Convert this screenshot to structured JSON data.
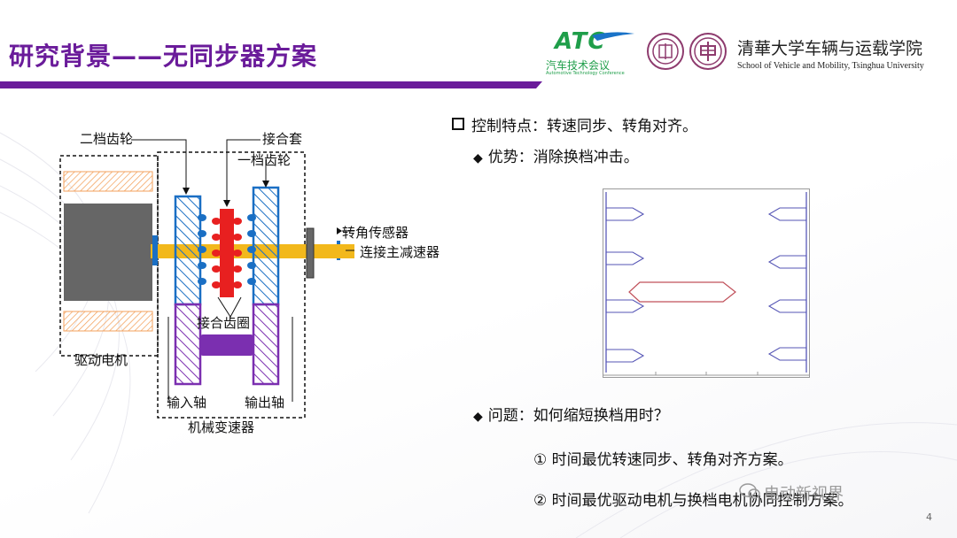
{
  "header": {
    "title": "研究背景——无同步器方案",
    "accent_color": "#6a1b9a",
    "atc_logo": {
      "word": "ATC",
      "subtitle": "汽车技术会议",
      "subtitle_en": "Automotive Technology Conference"
    },
    "school_cn": "清華大学车辆与运载学院",
    "school_en": "School of Vehicle and Mobility, Tsinghua University"
  },
  "diagram": {
    "labels": {
      "second_gear": "二档齿轮",
      "sleeve": "接合套",
      "first_gear": "一档齿轮",
      "angle_sensor": "转角传感器",
      "to_final_drive": "连接主减速器",
      "ring_gear": "接合齿圈",
      "drive_motor": "驱动电机",
      "input_shaft": "输入轴",
      "output_shaft": "输出轴",
      "transmission": "机械变速器"
    },
    "colors": {
      "gear": "#1a6fc4",
      "sleeve": "#e82020",
      "shaft": "#f2b81c",
      "ring": "#7b2fb0",
      "motor": "#666666",
      "coil": "#f3a15c"
    }
  },
  "content": {
    "main_bullet": "控制特点：转速同步、转角对齐。",
    "advantage": "优势：消除换档冲击。",
    "problem": "问题：如何缩短换档用时？",
    "item1": "① 时间最优转速同步、转角对齐方案。",
    "item2": "② 时间最优驱动电机与换档电机协同控制方案。"
  },
  "footer": {
    "watermark": "电动新视界",
    "page": "4"
  }
}
